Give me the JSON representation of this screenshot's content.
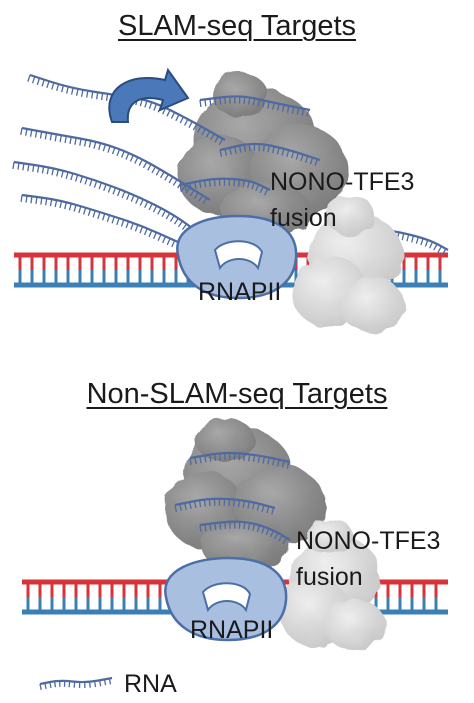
{
  "top_panel": {
    "title": "SLAM-seq Targets",
    "fusion_label_line1": "NONO-TFE3",
    "fusion_label_line2": "fusion",
    "polymerase_label": "RNAPII"
  },
  "bottom_panel": {
    "title": "Non-SLAM-seq Targets",
    "fusion_label_line1": "NONO-TFE3",
    "fusion_label_line2": "fusion",
    "polymerase_label": "RNAPII"
  },
  "legend": {
    "rna_label": "RNA"
  },
  "colors": {
    "dna_red": "#d8333a",
    "dna_blue": "#3a7fb6",
    "rna_strand": "#4f6aa0",
    "polymerase_fill": "#a9bfe0",
    "polymerase_edge": "#4b6fa6",
    "fusion_gray": "#8c8c8c",
    "fusion_light": "#d6d6d6",
    "arrow_fill": "#4a78b8"
  }
}
